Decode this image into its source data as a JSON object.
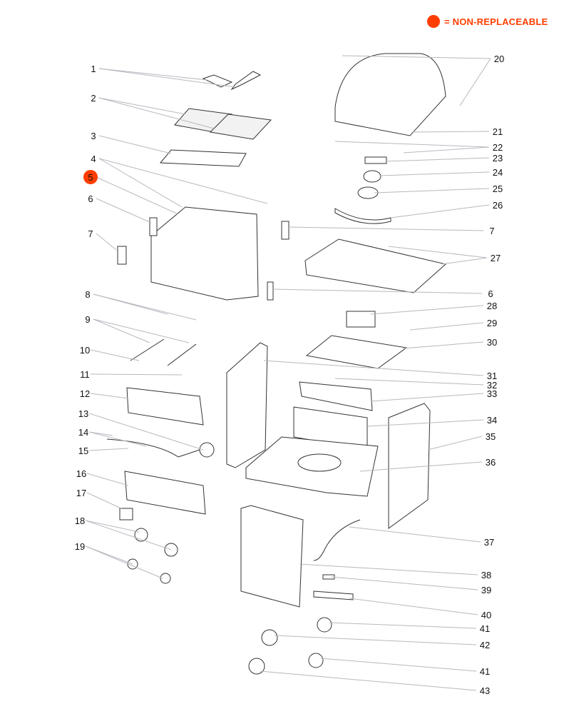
{
  "legend": {
    "label": "= NON-REPLACEABLE",
    "color": "#ff3d00"
  },
  "parts": [
    {
      "number": "1",
      "replaceable": true
    },
    {
      "number": "2",
      "replaceable": true
    },
    {
      "number": "3",
      "replaceable": true
    },
    {
      "number": "4",
      "replaceable": true
    },
    {
      "number": "5",
      "replaceable": false
    },
    {
      "number": "6",
      "replaceable": true
    },
    {
      "number": "7",
      "replaceable": true
    },
    {
      "number": "8",
      "replaceable": true
    },
    {
      "number": "9",
      "replaceable": true
    },
    {
      "number": "10",
      "replaceable": true
    },
    {
      "number": "11",
      "replaceable": true
    },
    {
      "number": "12",
      "replaceable": true
    },
    {
      "number": "13",
      "replaceable": true
    },
    {
      "number": "14",
      "replaceable": true
    },
    {
      "number": "15",
      "replaceable": true
    },
    {
      "number": "16",
      "replaceable": true
    },
    {
      "number": "17",
      "replaceable": true
    },
    {
      "number": "18",
      "replaceable": true
    },
    {
      "number": "19",
      "replaceable": true
    },
    {
      "number": "20",
      "replaceable": true
    },
    {
      "number": "21",
      "replaceable": true
    },
    {
      "number": "22",
      "replaceable": true
    },
    {
      "number": "23",
      "replaceable": true
    },
    {
      "number": "24",
      "replaceable": true
    },
    {
      "number": "25",
      "replaceable": true
    },
    {
      "number": "26",
      "replaceable": true
    },
    {
      "number": "7",
      "replaceable": true
    },
    {
      "number": "27",
      "replaceable": true
    },
    {
      "number": "6",
      "replaceable": true
    },
    {
      "number": "28",
      "replaceable": true
    },
    {
      "number": "29",
      "replaceable": true
    },
    {
      "number": "30",
      "replaceable": true
    },
    {
      "number": "31",
      "replaceable": true
    },
    {
      "number": "32",
      "replaceable": true
    },
    {
      "number": "33",
      "replaceable": true
    },
    {
      "number": "34",
      "replaceable": true
    },
    {
      "number": "35",
      "replaceable": true
    },
    {
      "number": "36",
      "replaceable": true
    },
    {
      "number": "37",
      "replaceable": true
    },
    {
      "number": "38",
      "replaceable": true
    },
    {
      "number": "39",
      "replaceable": true
    },
    {
      "number": "40",
      "replaceable": true
    },
    {
      "number": "41",
      "replaceable": true
    },
    {
      "number": "42",
      "replaceable": true
    },
    {
      "number": "41",
      "replaceable": true
    },
    {
      "number": "43",
      "replaceable": true
    }
  ]
}
